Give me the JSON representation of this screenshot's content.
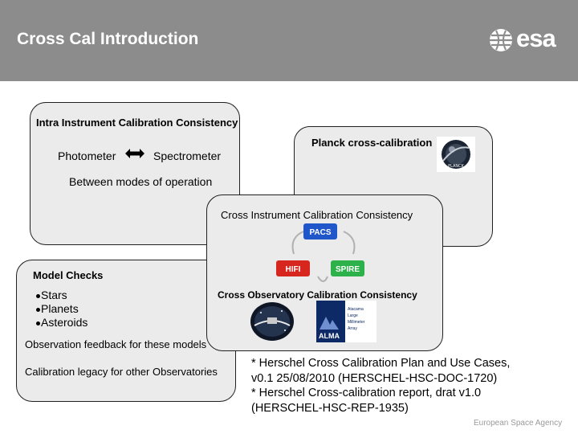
{
  "slide": {
    "title": "Cross Cal Introduction",
    "logo_text": "esa",
    "footer": "European Space Agency"
  },
  "intra_box": {
    "title": "Intra Instrument Calibration Consistency",
    "left_label": "Photometer",
    "right_label": "Spectrometer",
    "subtitle": "Between modes of operation"
  },
  "planck_box": {
    "title": "Planck cross-calibration"
  },
  "cross_box": {
    "title": "Cross Instrument Calibration Consistency",
    "instruments": [
      "PACS",
      "HIFI",
      "SPIRE"
    ],
    "observatory_title": "Cross Observatory Calibration Consistency",
    "alma_label": "ALMA",
    "alma_caption": [
      "Atacama",
      "Large",
      "Millimeter",
      "Array"
    ]
  },
  "model_box": {
    "title": "Model Checks",
    "items": [
      "Stars",
      "Planets",
      "Asteroids"
    ],
    "feedback": "Observation feedback for these models",
    "legacy": "Calibration legacy for other Observatories"
  },
  "notes": {
    "line1": "* Herschel Cross Calibration Plan and Use Cases,",
    "line2": "v0.1 25/08/2010 (HERSCHEL-HSC-DOC-1720)",
    "line3": "* Herschel Cross-calibration report, drat v1.0",
    "line4": "(HERSCHEL-HSC-REP-1935)"
  },
  "colors": {
    "header_bg": "#8c8c8c",
    "box_bg": "#ebebeb",
    "pacs": "#1f56c9",
    "hifi": "#d7261e",
    "spire": "#2db14a"
  }
}
